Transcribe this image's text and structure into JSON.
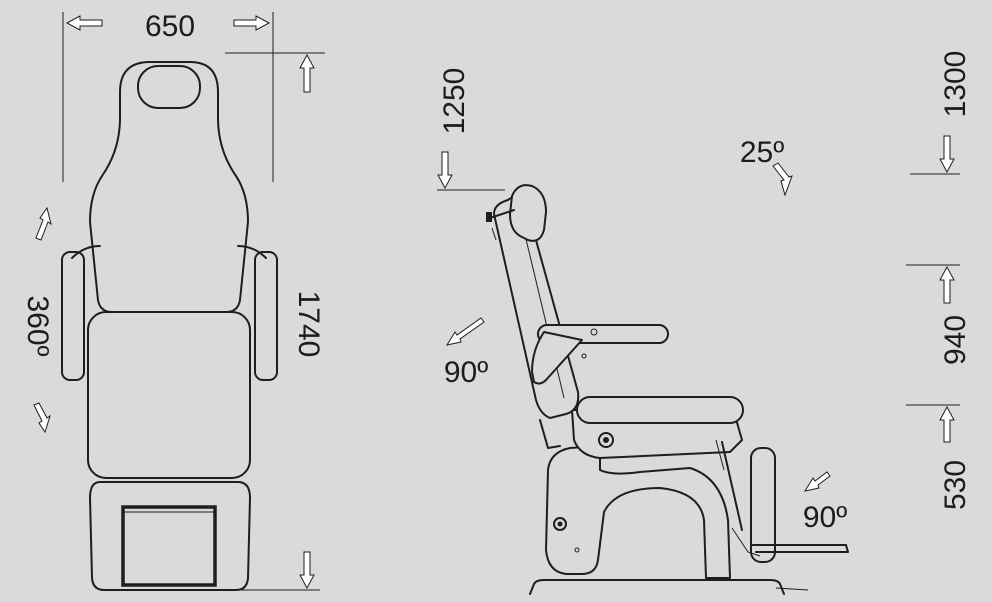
{
  "dimensions": {
    "width": "650",
    "length_flat": "1740",
    "rotation": "360º",
    "backrest_height": "1250",
    "backrest_tilt": "25º",
    "max_height": "1300",
    "armrest_height": "940",
    "seat_height": "530",
    "armrest_rotation": "90º",
    "legrest_rotation": "90º"
  },
  "colors": {
    "background": "#d8dadb",
    "line": "#1e1e1e",
    "arrow_fill": "#ffffff"
  }
}
